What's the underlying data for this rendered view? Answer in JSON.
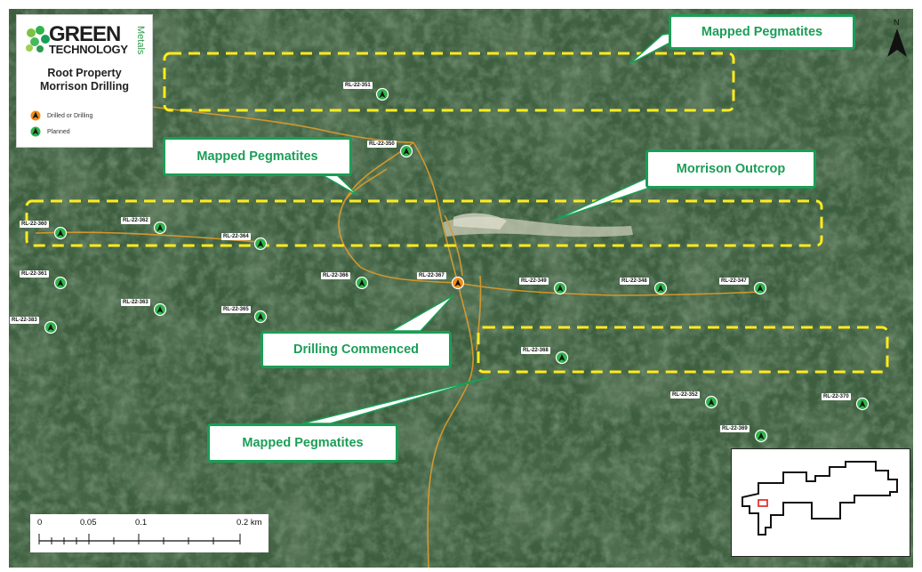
{
  "logo": {
    "word1": "GREEN",
    "word2": "TECHNOLOGY",
    "side": "Metals"
  },
  "legend": {
    "title_line1": "Root Property",
    "title_line2": "Morrison Drilling",
    "items": [
      {
        "label": "Drilled or Drilling",
        "color": "#f08c1a"
      },
      {
        "label": "Planned",
        "color": "#2fb34b"
      }
    ]
  },
  "callouts": [
    {
      "text": "Mapped Pegmatites"
    },
    {
      "text": "Mapped Pegmatites"
    },
    {
      "text": "Morrison Outcrop"
    },
    {
      "text": "Drilling Commenced"
    },
    {
      "text": "Mapped Pegmatites"
    }
  ],
  "drill_holes": [
    {
      "id": "RL-22-351",
      "status": "planned"
    },
    {
      "id": "RL-22-350",
      "status": "planned"
    },
    {
      "id": "RL-22-360",
      "status": "planned"
    },
    {
      "id": "RL-22-362",
      "status": "planned"
    },
    {
      "id": "RL-22-364",
      "status": "planned"
    },
    {
      "id": "RL-22-361",
      "status": "planned"
    },
    {
      "id": "RL-22-363",
      "status": "planned"
    },
    {
      "id": "RL-22-365",
      "status": "planned"
    },
    {
      "id": "RL-22-383",
      "status": "planned"
    },
    {
      "id": "RL-22-366",
      "status": "planned"
    },
    {
      "id": "RL-22-367",
      "status": "drilled"
    },
    {
      "id": "RL-22-349",
      "status": "planned"
    },
    {
      "id": "RL-22-348",
      "status": "planned"
    },
    {
      "id": "RL-22-347",
      "status": "planned"
    },
    {
      "id": "RL-22-368",
      "status": "planned"
    },
    {
      "id": "RL-22-352",
      "status": "planned"
    },
    {
      "id": "RL-22-370",
      "status": "planned"
    },
    {
      "id": "RL-22-369",
      "status": "planned"
    }
  ],
  "scale_bar": {
    "ticks": [
      "0",
      "0.05",
      "0.1",
      "0.2 km"
    ]
  },
  "colors": {
    "forest": "#3d5e3f",
    "pegmatite_outline": "#ffeb1f",
    "callout_green": "#1b9e56",
    "trail": "#d99a2b",
    "planned": "#2fb34b",
    "drilled": "#f08c1a"
  }
}
